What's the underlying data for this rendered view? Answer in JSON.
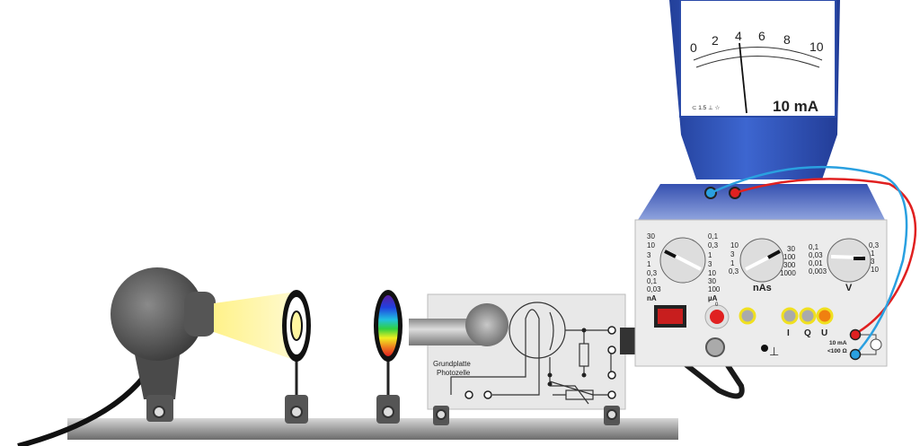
{
  "meter": {
    "scale_labels": [
      "0",
      "2",
      "4",
      "6",
      "8",
      "10"
    ],
    "range_label": "10 mA",
    "class_label": "⊂ 1.5 ⊥ ☆",
    "needle_value": 4,
    "body_color": "#2f55b8"
  },
  "photocell_plate": {
    "label_line1": "Grundplatte",
    "label_line2": "Photozelle"
  },
  "power_supply": {
    "current_dial": {
      "left_labels": [
        "30",
        "10",
        "3",
        "1",
        "0,3",
        "0,1",
        "0,03"
      ],
      "right_labels": [
        "0,1",
        "0,3",
        "1",
        "3",
        "10",
        "30",
        "100"
      ],
      "unit_left": "nA",
      "unit_right": "µA"
    },
    "charge_dial": {
      "left_labels": [
        "10",
        "3",
        "1",
        "0,3"
      ],
      "right_labels": [
        "30",
        "100",
        "300",
        "1000"
      ],
      "unit": "nAs"
    },
    "voltage_dial": {
      "left_labels": [
        "0,1",
        "0,03",
        "0,01",
        "0,003"
      ],
      "right_labels": [
        "0,3",
        "1",
        "3",
        "10"
      ],
      "unit": "V"
    },
    "socket_labels": [
      "I",
      "Q",
      "U"
    ],
    "output_label_1": "10 mA",
    "output_label_2": "<100 Ω",
    "ground_symbol": "⊥",
    "reset_symbol": "0"
  },
  "colors": {
    "cable_red": "#e02020",
    "cable_blue": "#2aa0e0",
    "light_beam": "#fff6a0",
    "switch_red": "#c81e1e"
  }
}
